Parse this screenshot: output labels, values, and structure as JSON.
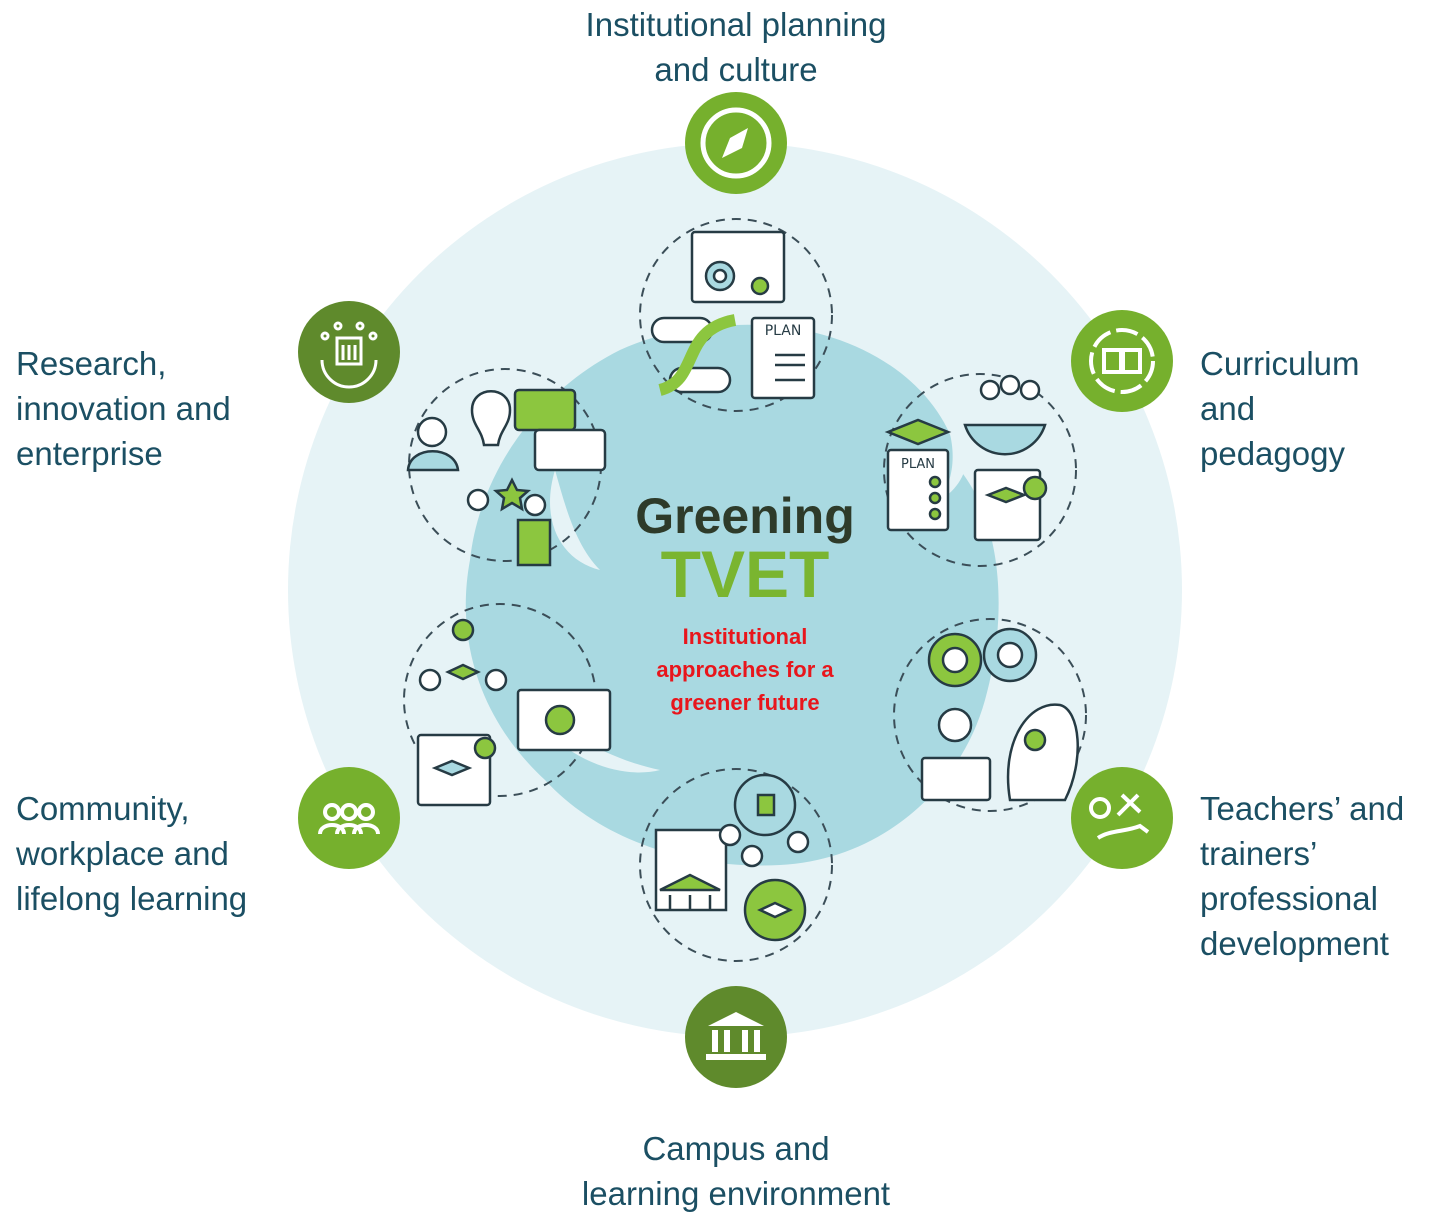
{
  "center": {
    "title_line1": "Greening",
    "title_line2": "TVET",
    "subtitle": "Institutional\napproaches for a\ngreener future"
  },
  "pillars": {
    "top": "Institutional planning\nand culture",
    "upper_right": "Curriculum\nand\npedagogy",
    "lower_right": "Teachers’ and\ntrainers’\nprofessional\ndevelopment",
    "bottom": "Campus and\nlearning environment",
    "lower_left": "Community,\nworkplace and\nlifelong learning",
    "upper_left": "Research,\ninnovation and\nenterprise"
  },
  "icons": {
    "top": "compass-icon",
    "upper_right": "open-book-icon",
    "lower_right": "hand-with-tools-icon",
    "bottom": "institution-building-icon",
    "lower_left": "community-people-icon",
    "upper_left": "innovation-gear-icon"
  },
  "colors": {
    "outer_ring": "#e6f3f6",
    "inner_blob": "#a9d9e1",
    "badge_green": "#76b02d",
    "badge_dark_green": "#5a7f2a",
    "label_text": "#1b4f63",
    "title_dark": "#2e3b2a",
    "title_green": "#7ab530",
    "subtitle_red": "#e8161c"
  }
}
